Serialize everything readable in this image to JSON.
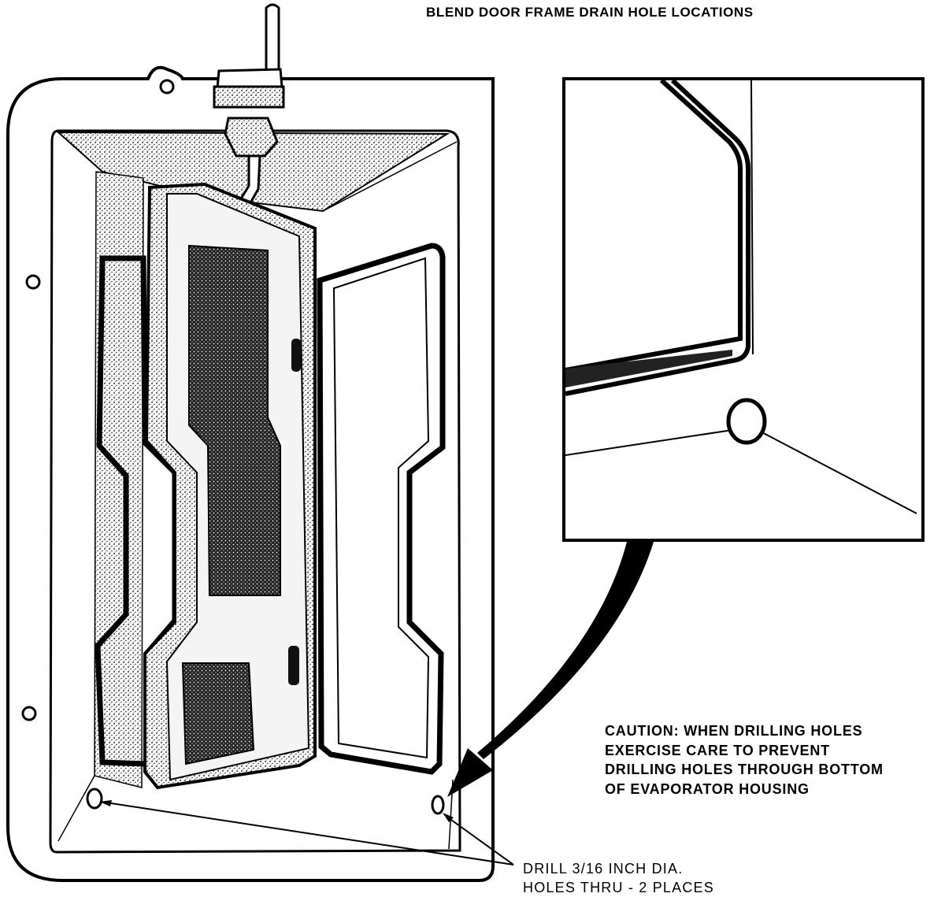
{
  "title": "BLEND DOOR FRAME DRAIN HOLE LOCATIONS",
  "caution": {
    "lines": [
      "CAUTION: WHEN DRILLING HOLES",
      "EXERCISE CARE TO PREVENT",
      "DRILLING HOLES THROUGH BOTTOM",
      "OF EVAPORATOR HOUSING"
    ]
  },
  "drill_note": {
    "lines": [
      "DRILL 3/16 INCH DIA.",
      "HOLES THRU - 2 PLACES"
    ]
  },
  "colors": {
    "ink": "#000000",
    "paper": "#ffffff",
    "stipple": "#555555"
  }
}
